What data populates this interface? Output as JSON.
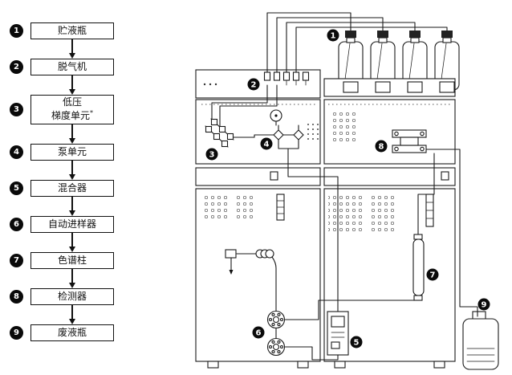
{
  "colors": {
    "ink": "#111111",
    "background": "#ffffff"
  },
  "flowchart": {
    "steps": [
      {
        "num": "1",
        "label": "贮液瓶"
      },
      {
        "num": "2",
        "label": "脱气机"
      },
      {
        "num": "3",
        "label": "低压",
        "label2": "梯度单元",
        "footnote": "*"
      },
      {
        "num": "4",
        "label": "泵单元"
      },
      {
        "num": "5",
        "label": "混合器"
      },
      {
        "num": "6",
        "label": "自动进样器"
      },
      {
        "num": "7",
        "label": "色谱柱"
      },
      {
        "num": "8",
        "label": "检测器"
      },
      {
        "num": "9",
        "label": "废液瓶"
      }
    ]
  },
  "diagram": {
    "callouts": [
      {
        "num": "1"
      },
      {
        "num": "2"
      },
      {
        "num": "3"
      },
      {
        "num": "4"
      },
      {
        "num": "5"
      },
      {
        "num": "6"
      },
      {
        "num": "7"
      },
      {
        "num": "8"
      },
      {
        "num": "9"
      }
    ]
  }
}
